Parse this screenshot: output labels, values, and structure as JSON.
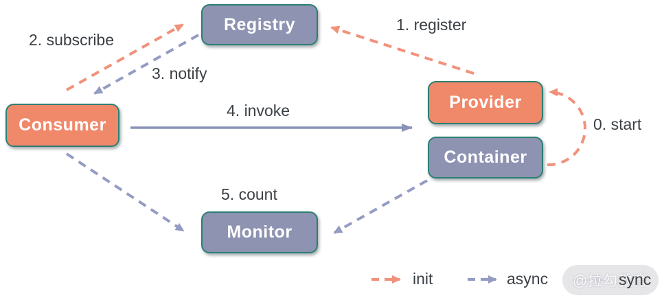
{
  "nodes": {
    "registry": {
      "label": "Registry",
      "color": "purple"
    },
    "consumer": {
      "label": "Consumer",
      "color": "orange"
    },
    "provider": {
      "label": "Provider",
      "color": "orange"
    },
    "container": {
      "label": "Container",
      "color": "purple"
    },
    "monitor": {
      "label": "Monitor",
      "color": "purple"
    }
  },
  "edges": {
    "start": {
      "label": "0. start",
      "style": "dashed",
      "kind": "init",
      "from": "container",
      "to": "provider"
    },
    "register": {
      "label": "1. register",
      "style": "dashed",
      "kind": "init",
      "from": "provider",
      "to": "registry"
    },
    "subscribe": {
      "label": "2. subscribe",
      "style": "dashed",
      "kind": "init",
      "from": "consumer",
      "to": "registry"
    },
    "notify": {
      "label": "3. notify",
      "style": "dashed",
      "kind": "async",
      "from": "registry",
      "to": "consumer"
    },
    "invoke": {
      "label": "4. invoke",
      "style": "solid",
      "kind": "sync",
      "from": "consumer",
      "to": "provider"
    },
    "count": {
      "label": "5. count",
      "style": "dashed",
      "kind": "async",
      "from": "consumer",
      "to": "monitor"
    }
  },
  "edges_extra": {
    "container_to_monitor": {
      "style": "dashed",
      "kind": "async",
      "from": "container",
      "to": "monitor"
    }
  },
  "legend": {
    "init_label": "init",
    "async_label": "async",
    "sync_label": "sync"
  },
  "watermark": {
    "text": "@拉勾教育"
  },
  "colors": {
    "node_orange": "#F0886A",
    "node_purple": "#8D93B1",
    "node_border_teal": "#2B7F73",
    "arrow_init_orange": "#F2917A",
    "arrow_async_purple": "#959CC3",
    "arrow_sync_purple": "#8A92B8",
    "label_text": "#3B4045"
  }
}
